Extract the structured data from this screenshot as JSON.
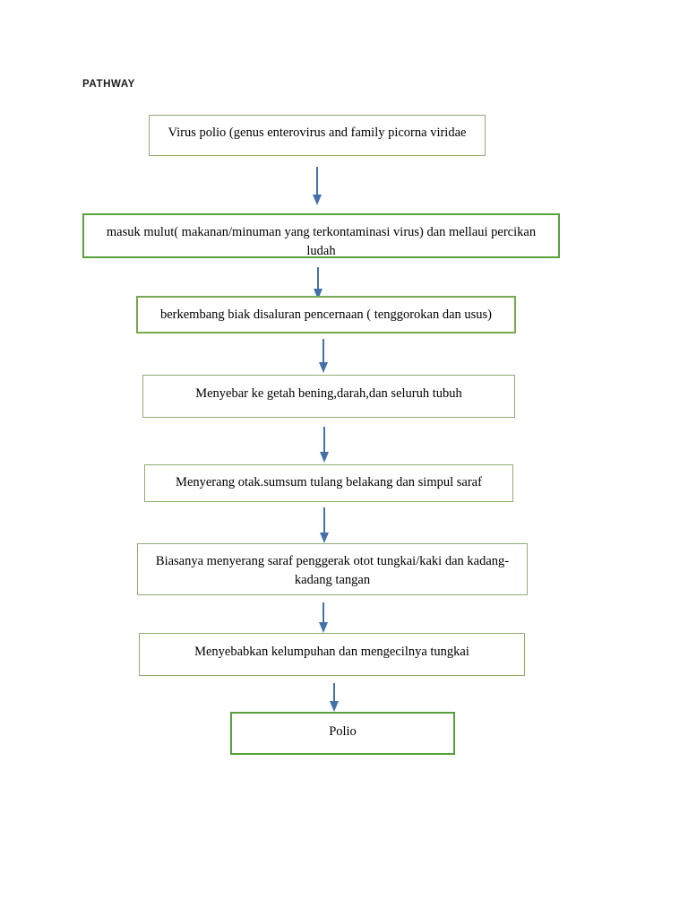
{
  "document": {
    "heading": "PATHWAY",
    "accent_border_color": "#8fad73",
    "accent_border_color_strong": "#56a13a",
    "arrow_color": "#4472a8",
    "background_color": "#ffffff",
    "text_color": "#000000"
  },
  "chart_data": {
    "type": "flowchart",
    "title": "PATHWAY",
    "orientation": "top-to-bottom",
    "node_count": 8,
    "edge_count": 7,
    "nodes": [
      {
        "id": "n1",
        "label": "Virus polio (genus enterovirus and family picorna viridae"
      },
      {
        "id": "n2",
        "label": "masuk mulut( makanan/minuman yang terkontaminasi virus) dan mellaui percikan ludah"
      },
      {
        "id": "n3",
        "label": "berkembang biak disaluran pencernaan ( tenggorokan dan usus)"
      },
      {
        "id": "n4",
        "label": "Menyebar ke getah bening,darah,dan seluruh tubuh"
      },
      {
        "id": "n5",
        "label": "Menyerang otak.sumsum tulang belakang dan simpul saraf"
      },
      {
        "id": "n6",
        "label": "Biasanya menyerang saraf penggerak otot tungkai/kaki dan kadang-kadang tangan"
      },
      {
        "id": "n7",
        "label": "Menyebabkan kelumpuhan dan mengecilnya tungkai"
      },
      {
        "id": "n8",
        "label": "Polio"
      }
    ],
    "edges": [
      {
        "from": "n1",
        "to": "n2",
        "style": "arrow-down"
      },
      {
        "from": "n2",
        "to": "n3",
        "style": "arrow-down"
      },
      {
        "from": "n3",
        "to": "n4",
        "style": "arrow-down"
      },
      {
        "from": "n4",
        "to": "n5",
        "style": "arrow-down"
      },
      {
        "from": "n5",
        "to": "n6",
        "style": "arrow-down"
      },
      {
        "from": "n6",
        "to": "n7",
        "style": "arrow-down"
      },
      {
        "from": "n7",
        "to": "n8",
        "style": "arrow-down"
      }
    ]
  },
  "icons": {
    "arrow": "arrow-down-icon"
  }
}
